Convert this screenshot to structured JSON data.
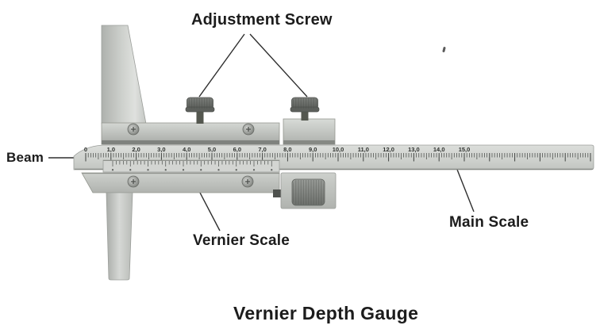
{
  "title": "Vernier Depth Gauge",
  "labels": {
    "beam": "Beam",
    "adjustment_screw": "Adjustment Screw",
    "vernier_scale": "Vernier Scale",
    "main_scale": "Main Scale"
  },
  "main_scale": {
    "number_labels": [
      "0",
      "1,0",
      "2,0",
      "3,0",
      "4,0",
      "5,0",
      "6,0",
      "7,0",
      "8,0",
      "9,0",
      "10,0",
      "11,0",
      "12,0",
      "13,0",
      "14,0",
      "15,0"
    ],
    "minor_ticks_per_unit": 10,
    "total_minor_ticks": 200
  },
  "vernier_scale": {
    "tick_count": 46,
    "major_every": 5
  },
  "colors": {
    "background": "#ffffff",
    "label_text": "#1c1c1c",
    "leader_line": "#2e2e2e",
    "metal_light": "#dcdedb",
    "metal_mid": "#c0c3bf",
    "metal_dark": "#8a8d89",
    "screw_dark": "#62655f",
    "tick": "#3f423f"
  }
}
